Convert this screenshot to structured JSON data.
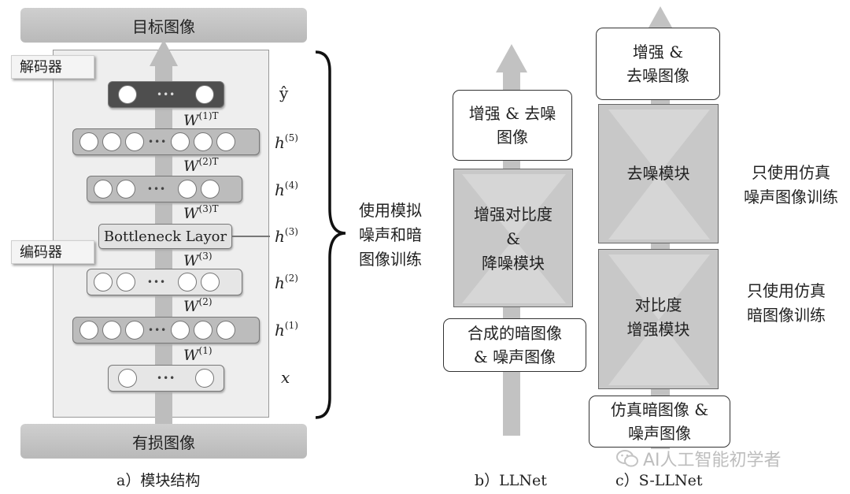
{
  "panel_a": {
    "top_label": "目标图像",
    "bottom_label": "有损图像",
    "decoder_tag": "解码器",
    "encoder_tag": "编码器",
    "bottleneck": "Bottleneck Layor",
    "layer_labels": [
      "ŷ",
      "h",
      "h",
      "h",
      "h",
      "h",
      "x"
    ],
    "layer_sups": [
      "",
      "(5)",
      "(4)",
      "(3)",
      "(2)",
      "(1)",
      ""
    ],
    "weights": [
      "W",
      "W",
      "W",
      "W",
      "W",
      "W"
    ],
    "weight_sups": [
      "(1)T",
      "(2)T",
      "(3)T",
      "(3)",
      "(2)",
      "(1)"
    ],
    "train_text": [
      "使用模拟",
      "噪声和暗",
      "图像训练"
    ],
    "caption": "a）模块结构"
  },
  "panel_b": {
    "output_box": [
      "增强 & 去噪",
      "图像"
    ],
    "module_text": [
      "增强对比度",
      "&",
      "降噪模块"
    ],
    "input_box": [
      "合成的暗图像",
      "& 噪声图像"
    ],
    "caption": "b）LLNet"
  },
  "panel_c": {
    "output_box": [
      "增强 &",
      "去噪图像"
    ],
    "denoise_module": "去噪模块",
    "contrast_module": [
      "对比度",
      "增强模块"
    ],
    "input_box": [
      "仿真暗图像 &",
      "噪声图像"
    ],
    "caption": "c）S-LLNet",
    "train_top": [
      "只使用仿真",
      "噪声图像训练"
    ],
    "train_bottom": [
      "只使用仿真",
      "暗图像训练"
    ]
  },
  "watermark": "AI人工智能初学者",
  "colors": {
    "arrow": "#bdbdbd",
    "module": "#c8c8c8",
    "dark_layer": "#4e4e4e"
  }
}
